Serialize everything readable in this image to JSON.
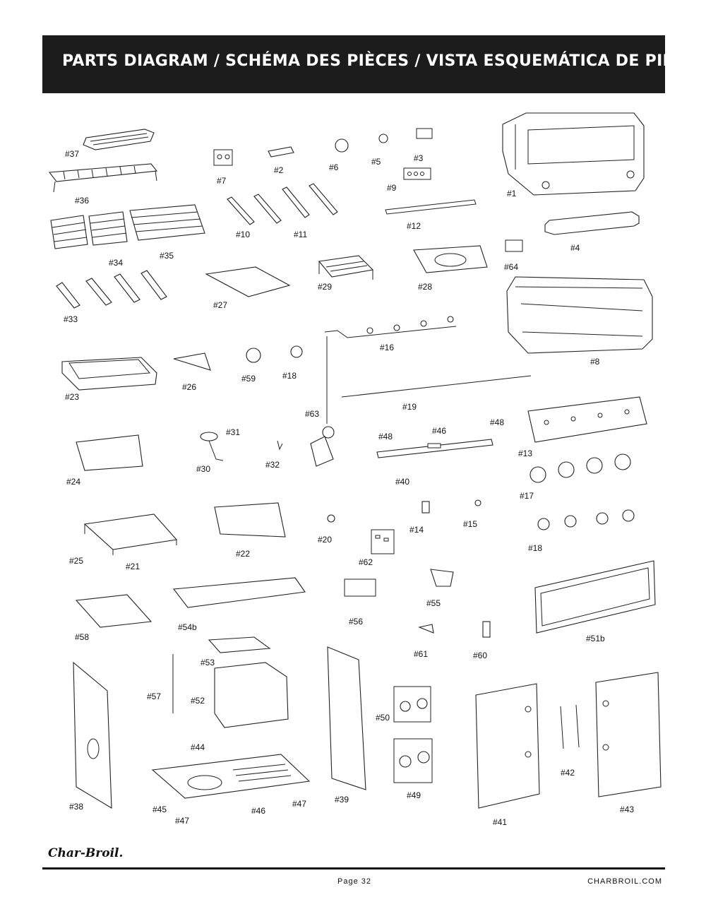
{
  "header": {
    "title": "PARTS DIAGRAM / SCHÉMA DES PIÈCES / VISTA ESQUEMÁTICA DE PIEZAS"
  },
  "parts": {
    "p37": "#37",
    "p36": "#36",
    "p35": "#35",
    "p34": "#34",
    "p33": "#33",
    "p7": "#7",
    "p2": "#2",
    "p6": "#6",
    "p5": "#5",
    "p3": "#3",
    "p9": "#9",
    "p1": "#1",
    "p10": "#10",
    "p11": "#11",
    "p12": "#12",
    "p4": "#4",
    "p64": "#64",
    "p27": "#27",
    "p29": "#29",
    "p28": "#28",
    "p8": "#8",
    "p23": "#23",
    "p26": "#26",
    "p59": "#59",
    "p18a": "#18",
    "p16": "#16",
    "p63": "#63",
    "p19": "#19",
    "p24": "#24",
    "p31": "#31",
    "p30": "#30",
    "p32": "#32",
    "p48a": "#48",
    "p46a": "#46",
    "p48b": "#48",
    "p40": "#40",
    "p13": "#13",
    "p17": "#17",
    "p25": "#25",
    "p21": "#21",
    "p22": "#22",
    "p20": "#20",
    "p62": "#62",
    "p14": "#14",
    "p15": "#15",
    "p18b": "#18",
    "p58": "#58",
    "p54b": "#54b",
    "p56": "#56",
    "p55": "#55",
    "p61": "#61",
    "p60": "#60",
    "p51b": "#51b",
    "p57": "#57",
    "p53": "#53",
    "p52": "#52",
    "p44": "#44",
    "p38": "#38",
    "p45": "#45",
    "p47a": "#47",
    "p46b": "#46",
    "p47b": "#47",
    "p39": "#39",
    "p50": "#50",
    "p49": "#49",
    "p41": "#41",
    "p42": "#42",
    "p43": "#43"
  },
  "footer": {
    "logo": "Char-Broil.",
    "page": "Page 32",
    "site": "CHARBROIL.COM"
  }
}
